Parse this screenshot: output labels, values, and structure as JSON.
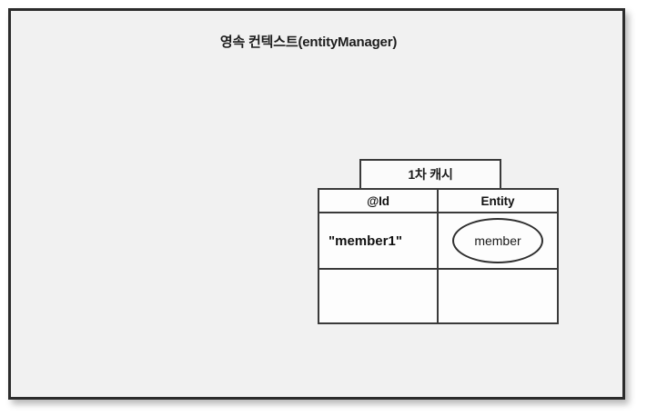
{
  "diagram": {
    "type": "concept-diagram",
    "frame": {
      "title": "영속 컨텍스트(entityManager)",
      "background_color": "#f1f1f1",
      "border_color": "#2b2b2b"
    },
    "cache": {
      "tab_label": "1차 캐시",
      "table": {
        "columns": [
          {
            "key": "id",
            "header": "@Id"
          },
          {
            "key": "entity",
            "header": "Entity"
          }
        ],
        "rows": [
          {
            "id": "\"member1\"",
            "entity": "member",
            "entity_shape": "ellipse",
            "empty": false
          },
          {
            "id": "",
            "entity": "",
            "entity_shape": "none",
            "empty": true
          }
        ]
      }
    }
  },
  "colors": {
    "page_background": "#ffffff",
    "frame_fill": "#f1f1f1",
    "frame_stroke": "#2b2b2b",
    "table_fill": "#fdfdfd",
    "table_stroke": "#3a3a3a",
    "text": "#111111"
  }
}
